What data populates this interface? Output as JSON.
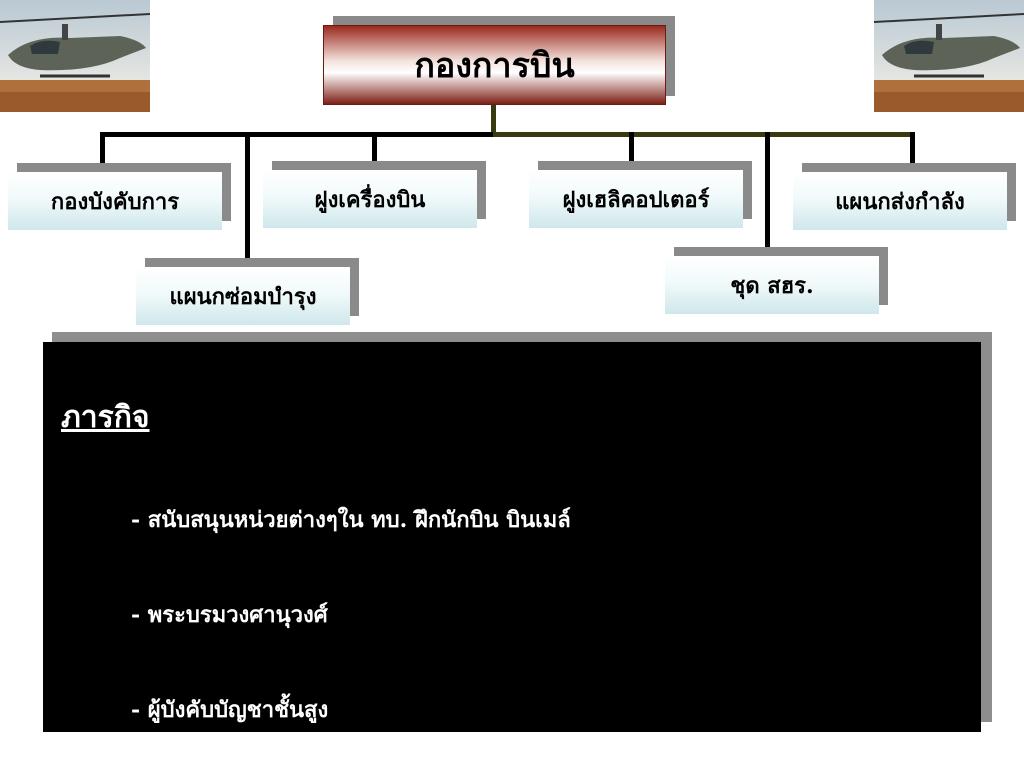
{
  "org_chart": {
    "root": "กองการบิน",
    "units": [
      "กองบังคับการ",
      "แผนกซ่อมบำรุง",
      "ฝูงเครื่องบิน",
      "ฝูงเฮลิคอปเตอร์",
      "ชุด สฮร.",
      "แผนกส่งกำลัง"
    ]
  },
  "mission": {
    "title": "ภารกิจ",
    "items": [
      "-  สนับสนุนหน่วยต่างๆใน ทบ.   ฝึกนักบิน   บินเมล์",
      "-  พระบรมวงศานุวงศ์",
      "-  ผู้บังคับบัญชาชั้นสูง"
    ]
  },
  "colors": {
    "root_box": "#9b2a1f",
    "unit_box": "#cfe7eb",
    "mission_bg": "#000000",
    "connector_right": "#3a3a10"
  }
}
